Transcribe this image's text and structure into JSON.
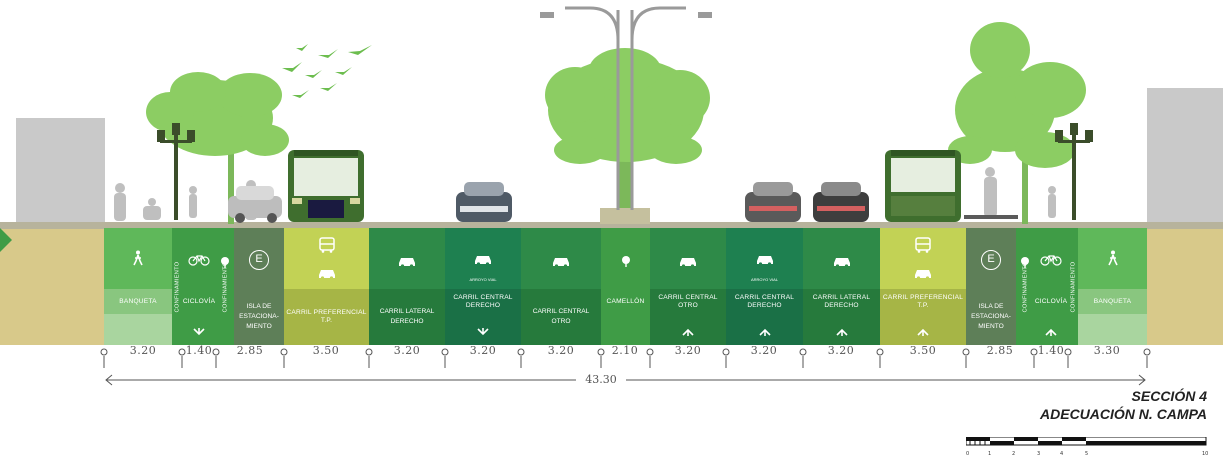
{
  "title": {
    "line1": "SECCIÓN 4",
    "line2": "ADECUACIÓN N. CAMPA"
  },
  "lanes": {
    "banqueta_l": {
      "label": "BANQUETA",
      "width": "3.20",
      "color": "#5fb85a"
    },
    "conf_l1": {
      "label": "CONFINAMIENTO"
    },
    "ciclovia_l": {
      "label": "CICLOVÍA",
      "width": "1.40"
    },
    "conf_l2": {
      "label": "CONFINAMIENTO"
    },
    "isla_l": {
      "label": "ISLA DE ESTACIONA- MIENTO",
      "width": "2.85",
      "letter": "E"
    },
    "carril_tp_l": {
      "label": "CARRIL PREFERENCIAL T.P.",
      "width": "3.50"
    },
    "lateral_l": {
      "label": "CARRIL LATERAL DERECHO",
      "width": "3.20"
    },
    "central_l1": {
      "label": "CARRIL CENTRAL DERECHO",
      "width": "3.20",
      "sub": "ARROYO VIAL"
    },
    "central_l2": {
      "label": "CARRIL CENTRAL OTRO",
      "width": "3.20"
    },
    "camellon": {
      "label": "CAMELLÓN",
      "width": "2.10"
    },
    "central_r1": {
      "label": "CARRIL CENTRAL OTRO",
      "width": "3.20"
    },
    "central_r2": {
      "label": "CARRIL CENTRAL DERECHO",
      "width": "3.20",
      "sub": "ARROYO VIAL"
    },
    "lateral_r": {
      "label": "CARRIL LATERAL DERECHO",
      "width": "3.20"
    },
    "carril_tp_r": {
      "label": "CARRIL PREFERENCIAL T.P.",
      "width": "3.50"
    },
    "isla_r": {
      "label": "ISLA DE ESTACIONA- MIENTO",
      "width": "2.85",
      "letter": "E"
    },
    "conf_r1": {
      "label": "CONFINAMIENTO"
    },
    "ciclovia_r": {
      "label": "CICLOVÍA",
      "width": "1.40"
    },
    "conf_r2": {
      "label": "CONFINAMIENTO"
    },
    "banqueta_r": {
      "label": "BANQUETA",
      "width": "3.30"
    }
  },
  "total_width": "43.30",
  "scale": {
    "labels": [
      "0",
      "1",
      "2",
      "3",
      "4",
      "5",
      "10"
    ]
  },
  "colors": {
    "light_green": "#5fb85a",
    "mid_green": "#3f9c46",
    "dark_green": "#2e8a48",
    "teal_green": "#1e8050",
    "olive": "#c2d255",
    "gray_green": "#5e7f58",
    "ground": "#d8c98a",
    "tree": "#8ccd63"
  }
}
